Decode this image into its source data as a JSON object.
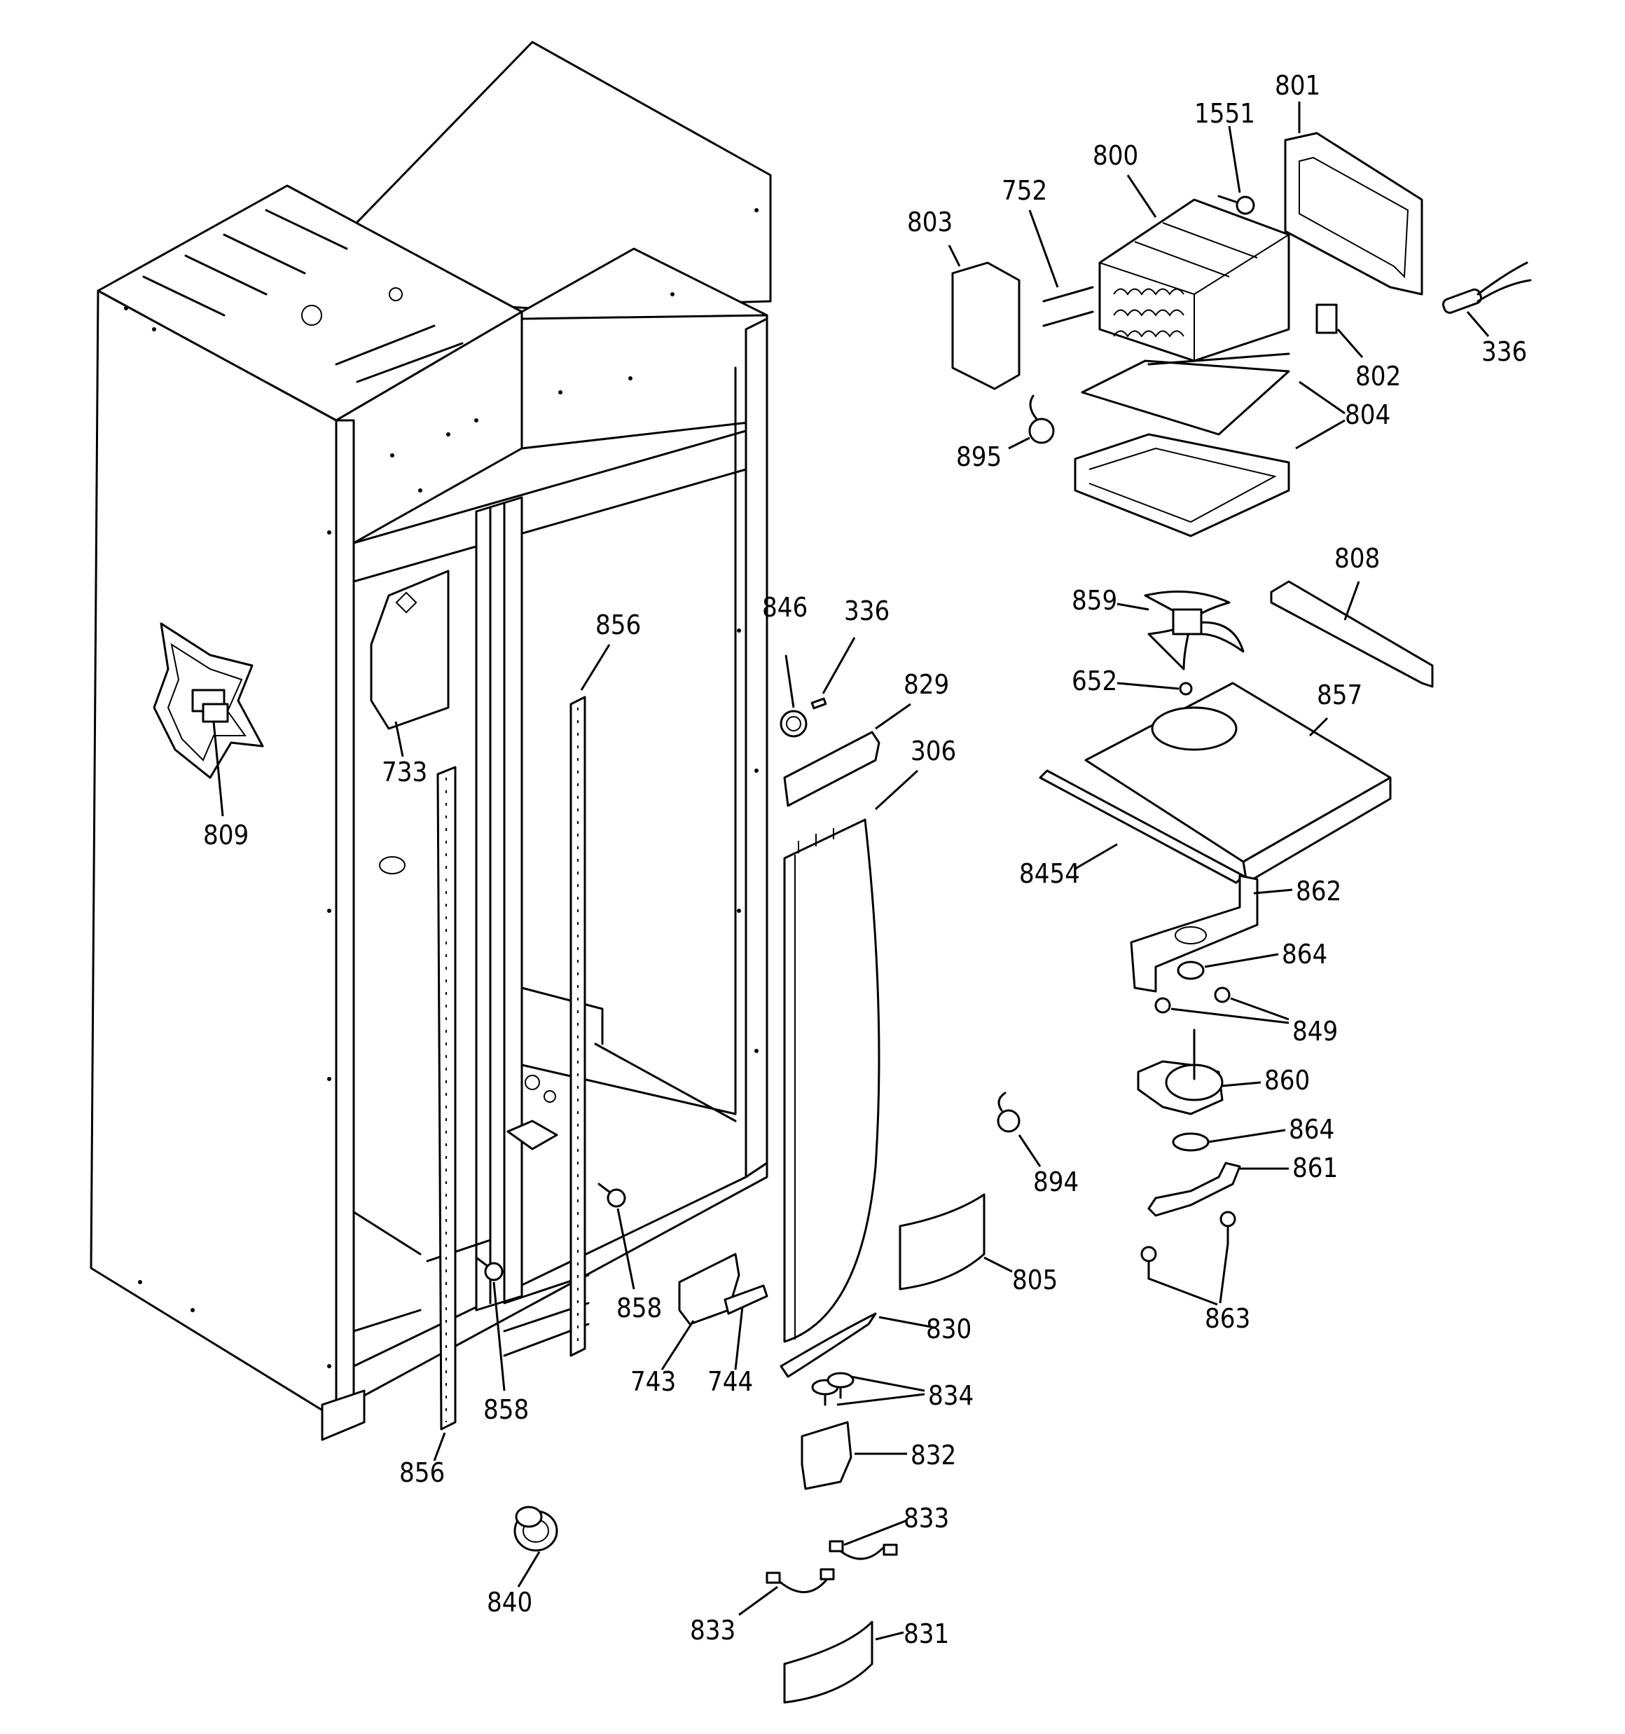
{
  "labels": {
    "l809": "809",
    "l733": "733",
    "l856a": "856",
    "l856b": "856",
    "l858a": "858",
    "l858b": "858",
    "l840": "840",
    "l743": "743",
    "l744": "744",
    "l846": "846",
    "l336a": "336",
    "l829": "829",
    "l306": "306",
    "l830": "830",
    "l834": "834",
    "l832": "832",
    "l833a": "833",
    "l833b": "833",
    "l831": "831",
    "l894": "894",
    "l805": "805",
    "l803": "803",
    "l752": "752",
    "l800": "800",
    "l1551": "1551",
    "l801": "801",
    "l336b": "336",
    "l802": "802",
    "l804": "804",
    "l895": "895",
    "l808": "808",
    "l859": "859",
    "l652": "652",
    "l857": "857",
    "l8454": "8454",
    "l862": "862",
    "l864a": "864",
    "l849": "849",
    "l860": "860",
    "l864b": "864",
    "l861": "861",
    "l863": "863"
  }
}
